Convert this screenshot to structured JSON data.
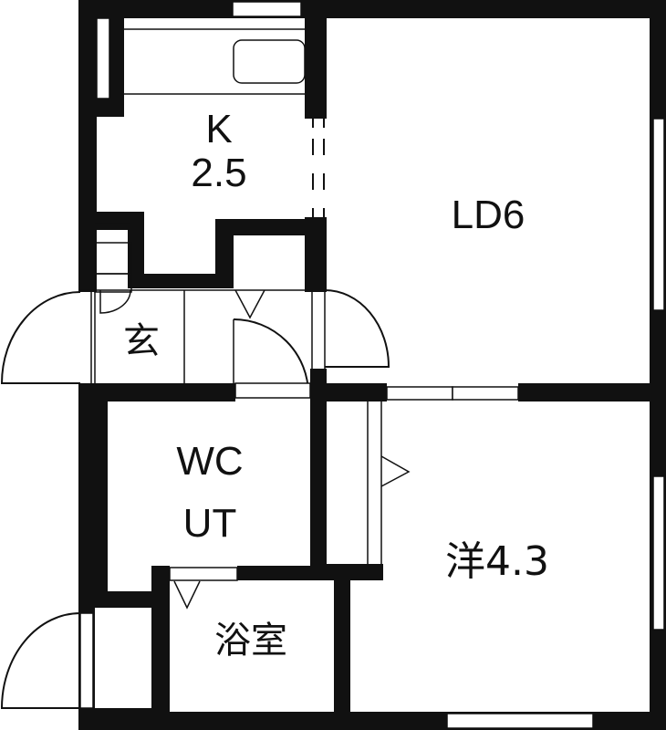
{
  "floor_plan": {
    "rooms": [
      {
        "id": "kitchen",
        "label": "K\n2.5",
        "name": "K",
        "size": "2.5"
      },
      {
        "id": "living-dining",
        "label": "LD6",
        "name": "LD",
        "size": "6"
      },
      {
        "id": "entrance",
        "label": "玄"
      },
      {
        "id": "wc-utility",
        "label": "WC\nUT",
        "name": "WC / UT"
      },
      {
        "id": "bathroom",
        "label": "浴室"
      },
      {
        "id": "western-room",
        "label": "洋4.3",
        "name": "洋",
        "size": "4.3"
      }
    ],
    "colors": {
      "wall": "#111111",
      "background": "#ffffff"
    }
  }
}
